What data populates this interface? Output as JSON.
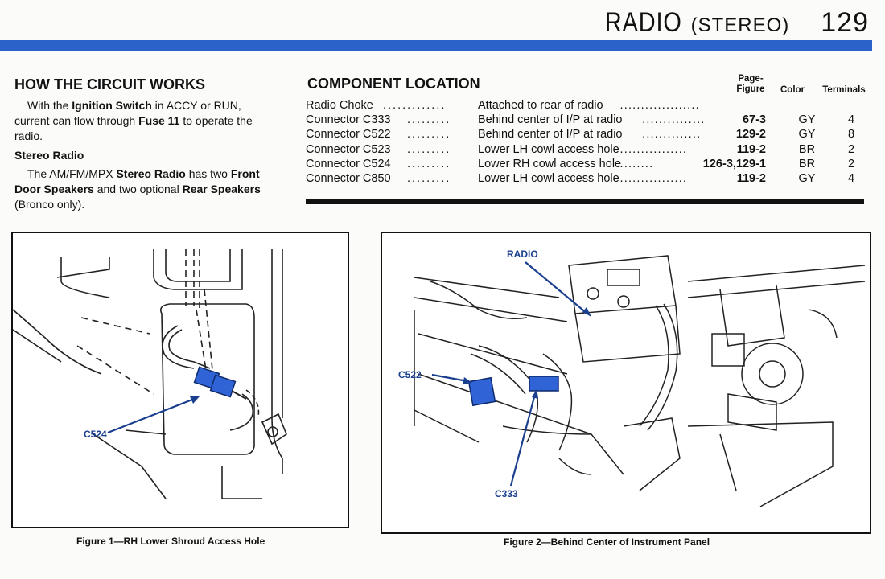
{
  "header": {
    "title": "RADIO",
    "subtitle": "(STEREO)",
    "page_number": "129"
  },
  "left": {
    "heading": "HOW THE CIRCUIT WORKS",
    "p1_a": "With the ",
    "p1_b": "Ignition Switch",
    "p1_c": " in ACCY or RUN, current can flow through ",
    "p1_d": "Fuse 11",
    "p1_e": " to operate the radio.",
    "subheading": "Stereo Radio",
    "p2_a": "The AM/FM/MPX ",
    "p2_b": "Stereo Radio",
    "p2_c": " has two ",
    "p2_d": "Front Door Speakers",
    "p2_e": " and two optional ",
    "p2_f": "Rear Speakers",
    "p2_g": " (Bronco only)."
  },
  "components": {
    "heading": "COMPONENT LOCATION",
    "col_page_figure": "Page-Figure",
    "col_color": "Color",
    "col_terminals": "Terminals",
    "rows": [
      {
        "name": "Radio Choke",
        "dots": ".............",
        "location": "Attached to rear of radio",
        "loc_dots": "...................",
        "page_figure": "",
        "color": "",
        "terminals": ""
      },
      {
        "name": "Connector C333",
        "dots": ".........",
        "location": "Behind center of I/P at radio",
        "loc_dots": "...............",
        "page_figure": "67-3",
        "color": "GY",
        "terminals": "4"
      },
      {
        "name": "Connector C522",
        "dots": ".........",
        "location": "Behind center of I/P at radio",
        "loc_dots": "..............",
        "page_figure": "129-2",
        "color": "GY",
        "terminals": "8"
      },
      {
        "name": "Connector C523",
        "dots": ".........",
        "location": "Lower LH cowl access hole",
        "loc_dots": "................",
        "page_figure": "119-2",
        "color": "BR",
        "terminals": "2"
      },
      {
        "name": "Connector C524",
        "dots": ".........",
        "location": "Lower RH cowl access hole",
        "loc_dots": "........",
        "page_figure": "126-3,129-1",
        "color": "BR",
        "terminals": "2"
      },
      {
        "name": "Connector C850",
        "dots": ".........",
        "location": "Lower LH cowl access hole",
        "loc_dots": "................",
        "page_figure": "119-2",
        "color": "GY",
        "terminals": "4"
      }
    ]
  },
  "figure1": {
    "caption": "Figure 1—RH Lower Shroud Access Hole",
    "callout": "C524"
  },
  "figure2": {
    "caption": "Figure 2—Behind Center of Instrument Panel",
    "callouts": {
      "radio": "RADIO",
      "c522": "C522",
      "c333": "C333"
    }
  },
  "colors": {
    "accent_blue": "#2a62c9",
    "connector_blue": "#2f63d6"
  }
}
